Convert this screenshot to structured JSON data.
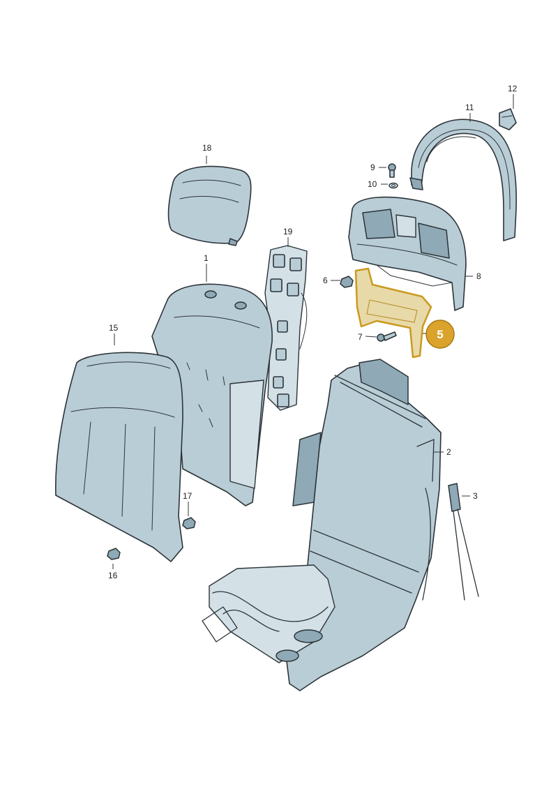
{
  "diagram": {
    "highlighted_part": "5",
    "accent_color": "#d9a32c",
    "parts": [
      {
        "id": "part-1",
        "label": "1"
      },
      {
        "id": "part-2",
        "label": "2"
      },
      {
        "id": "part-3",
        "label": "3"
      },
      {
        "id": "part-5",
        "label": "5"
      },
      {
        "id": "part-6",
        "label": "6"
      },
      {
        "id": "part-7",
        "label": "7"
      },
      {
        "id": "part-8",
        "label": "8"
      },
      {
        "id": "part-9",
        "label": "9"
      },
      {
        "id": "part-10",
        "label": "10"
      },
      {
        "id": "part-11",
        "label": "11"
      },
      {
        "id": "part-12",
        "label": "12"
      },
      {
        "id": "part-15",
        "label": "15"
      },
      {
        "id": "part-16",
        "label": "16"
      },
      {
        "id": "part-17",
        "label": "17"
      },
      {
        "id": "part-18",
        "label": "18"
      },
      {
        "id": "part-19",
        "label": "19"
      }
    ]
  }
}
